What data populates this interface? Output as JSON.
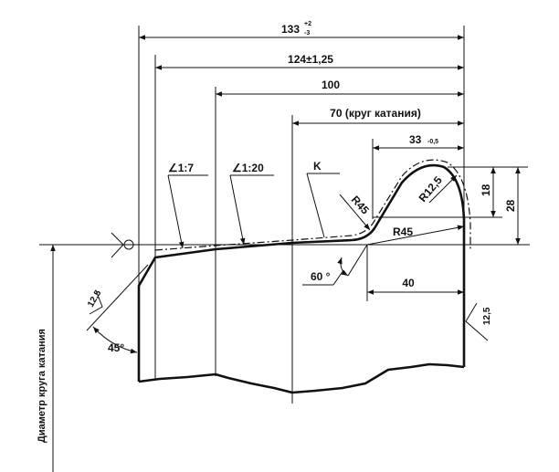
{
  "dimensions": {
    "overall_width": {
      "value": "133",
      "tol_upper": "+2",
      "tol_lower": "-3"
    },
    "width_124": "124±1,25",
    "width_100": "100",
    "rolling_circle": "70 (круг катания)",
    "flange_width": {
      "value": "33",
      "tol": "-0,5"
    },
    "flange_height_18": "18",
    "flange_height_28": "28",
    "base_40": "40"
  },
  "annotations": {
    "taper_1_7": "∠1:7",
    "taper_1_20": "∠1:20",
    "point_k": "K",
    "radius_upper": "R45",
    "radius_lower": "R45",
    "radius_flange": "R12,5",
    "angle_60": "60 °",
    "angle_45": "45°",
    "roughness_left": "12,5",
    "roughness_right": "12,5"
  },
  "axis_label": "Диаметр круга катания"
}
